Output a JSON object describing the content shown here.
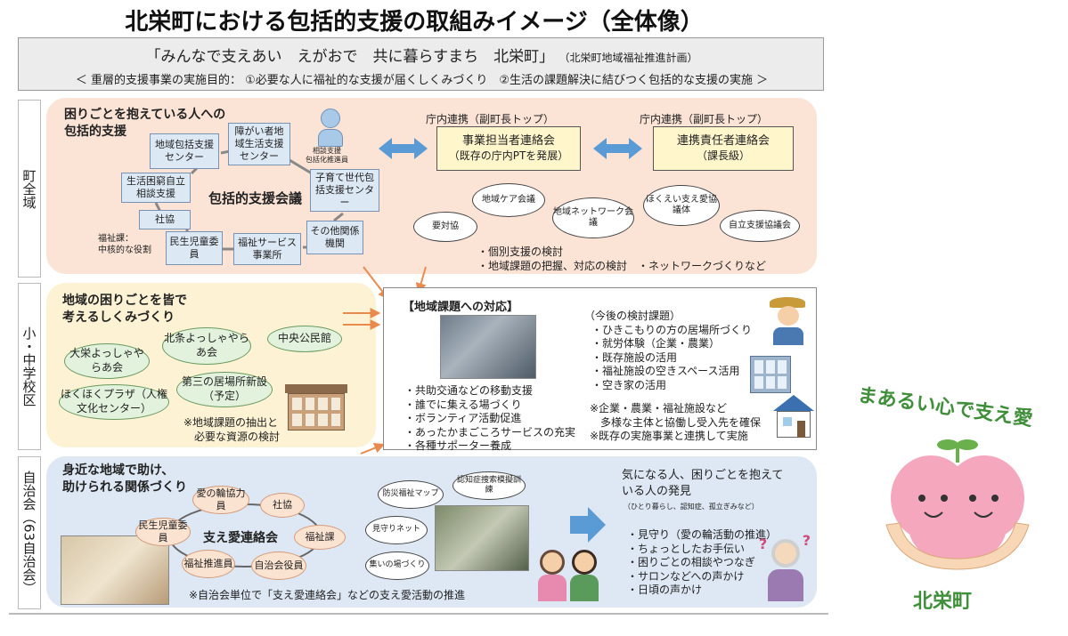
{
  "title": "北栄町における包括的支援の取組みイメージ（全体像）",
  "slogan": {
    "main": "「みんなで支えあい　えがおで　共に暮らすまち　北栄町」",
    "source": "（北栄町地域福祉推進計画）",
    "purpose": "＜ 重層的支援事業の実施目的： ①必要な人に福祉的な支援が届くしくみづくり　②生活の課題解決に結びつく包括的な支援の実施 ＞"
  },
  "side_labels": [
    "町全域",
    "小・中学校区",
    "自治会（63自治会）"
  ],
  "town": {
    "heading_line1": "困りごとを抱えている人への",
    "heading_line2": "包括的支援",
    "meeting": "包括的支援会議",
    "orgs": [
      "地域包括支援センター",
      "障がい者地域生活支援センター",
      "生活困窮自立相談支援",
      "社協",
      "子育て世代包括支援センター",
      "民生児童委員",
      "福祉サービス事業所",
      "その他関係機関"
    ],
    "person_caption_line1": "相談支援",
    "person_caption_line2": "包括化推進員",
    "fukushi_note_line1": "福祉課：",
    "fukushi_note_line2": "中核的な役割",
    "cooperation_label": "庁内連携（副町長トップ）",
    "meeting1_title": "事業担当者連絡会",
    "meeting1_sub": "（既存の庁内PTを発展）",
    "meeting2_title": "連携責任者連絡会",
    "meeting2_sub": "（課長級）",
    "councils": [
      "要対協",
      "地域ケア会議",
      "地域ネットワーク会議",
      "ほくえい支え愛協議体",
      "自立支援協議会"
    ],
    "bullets": [
      "・個別支援の検討",
      "・地域課題の把握、対応の検討　・ネットワークづくりなど"
    ]
  },
  "school": {
    "heading_line1": "地域の困りごとを皆で",
    "heading_line2": "考えるしくみづくり",
    "groups": [
      "大栄よっしゃやらあ会",
      "北条よっしゃやらあ会",
      "中央公民館",
      "ほくほくプラザ（人権文化センター）",
      "第三の居場所新設（予定）"
    ],
    "note_line1": "※地域課題の抽出と",
    "note_line2": "必要な資源の検討"
  },
  "regional": {
    "heading": "【地域課題への対応】",
    "responses": [
      "・共助交通などの移動支援",
      "・誰でに集える場づくり",
      "・ボランティア活動促進",
      "・あったかまごころサービスの充実",
      "・各種サポーター養成"
    ],
    "future_heading": "（今後の検討課題）",
    "future_items": [
      "・ひきこもりの方の居場所づくり",
      "・就労体験（企業・農業）",
      "・既存施設の活用",
      "・福祉施設の空きスペース活用",
      "・空き家の活用"
    ],
    "notes": [
      "※企業・農業・福祉施設など",
      "多様な主体と協働し受入先を確保",
      "※既存の実施事業と連携して実施"
    ]
  },
  "neighborhood": {
    "heading_line1": "身近な地域で助け、",
    "heading_line2": "助けられる関係づくり",
    "center": "支え愛連絡会",
    "members": [
      "愛の輪協力員",
      "社協",
      "福祉課",
      "自治会役員",
      "福祉推進員",
      "民生児童委員"
    ],
    "activities": [
      "防災福祉マップ",
      "認知症捜索模擬訓練",
      "見守りネット",
      "集いの場づくり"
    ],
    "note": "※自治会単位で「支え愛連絡会」などの支え愛活動の推進",
    "discovery_line1": "気になる人、困りごとを抱えて",
    "discovery_line2": "いる人の発見",
    "discovery_sub": "（ひとり暮らし、認知症、孤立ぎみなど）",
    "actions": [
      "・見守り（愛の輪活動の推進）",
      "・ちょっとしたお手伝い",
      "・困りごとの相談やつなぎ",
      "・サロンなどへの声かけ",
      "・日頃の声かけ"
    ]
  },
  "logo": {
    "slogan": "まあるい心で支え愛",
    "town": "北栄町"
  },
  "colors": {
    "town_panel": "#fbe4d6",
    "school_panel": "#fdf2d3",
    "neighborhood_panel": "#dde8f4",
    "arrow_blue": "#5b9bd5",
    "arrow_orange": "#e98a4f",
    "logo_green": "#3f8e3a"
  }
}
